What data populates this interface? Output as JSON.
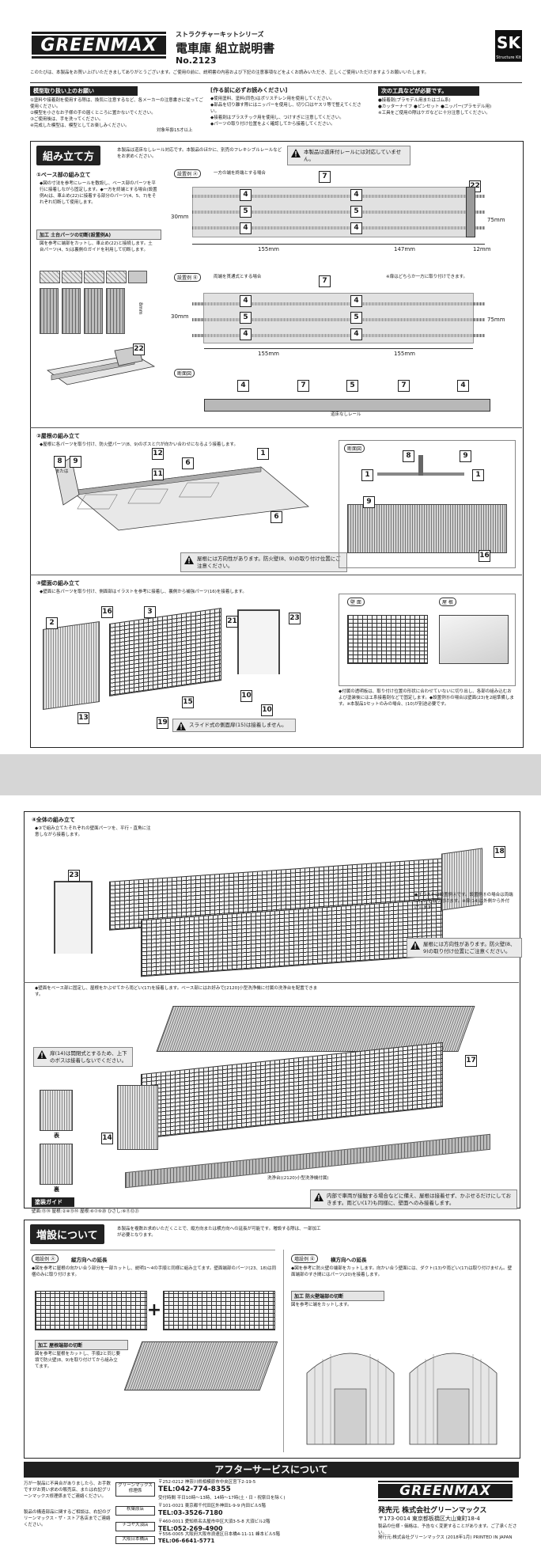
{
  "header": {
    "logo": "GREENMAX",
    "series": "ストラクチャーキットシリーズ",
    "title": "電車庫 組立説明書",
    "model_no": "No.2123",
    "badge": "SK",
    "badge_sub": "Structure Kit",
    "thanks": "このたびは、本製品をお買い上げいただきましてありがとうございます。ご使用の前に、説明書の内容および下記の注意事項などをよくお読みいただき、正しくご使用いただけますようお願いいたします。"
  },
  "notices": {
    "col1": {
      "title": "模型取り扱い上のお願い",
      "lines": [
        "①塗料や接着剤を使用する際は、換気に注意するなど、各メーカーの注意書きに従ってご使用ください。",
        "②模型を小さなお子様の手の届くところに置かないでください。",
        "③ご使用後は、手を洗ってください。",
        "④完成した模型は、模型としてお楽しみください。"
      ],
      "age": "対象年齢15才以上"
    },
    "col2": {
      "title": "[作る前に必ずお読みください]",
      "lines": [
        "◆使用塗料、塗料(同色)はポリスチレン用を使用してください。",
        "◆部品を切り離す際にはニッパーを使用し、切り口はヤスリ等で整えてください。",
        "◆接着剤はプラスチック用を使用し、つけすぎに注意してください。",
        "◆パーツの取り付け位置をよく確認してから接着してください。"
      ]
    },
    "col3": {
      "title": "次の工具などが必要です。",
      "lines": [
        "●接着剤(プラモデル用またはゴム系)",
        "●カッターナイフ  ●ピンセット  ●ニッパー(プラモデル用)",
        "※工具をご使用の際はケガなどに十分注意してください。"
      ]
    }
  },
  "assembly": {
    "title": "組み立て方",
    "intro": "本製品は道床なしレール対応です。本製品のほかに、別売のフレキシブルレールなどをお求めください。",
    "note_rail": "本製品は道床付レールには対応していません。",
    "step1": {
      "title": "①ベース部の組み立て",
      "text": "◆図の寸法を参考にレールを敷設し、ベース部のパーツを平行に接着しながら固定します。◆一方を終端とする場合(設置例A)は、車止め(22)に接着する部分のパーツ(4、5、7)をそれぞれ切断して使用します。",
      "process_label": "加工",
      "process_title": "土台パーツの切断(設置例A)",
      "process_text": "図を参考に端部をカットし、車止め(22)と接続します。土台パーツ(4、5)は裏側のガイドを利用して切断します。",
      "dim_8mm": "8mm"
    },
    "layoutA": {
      "tag": "設置例 Ⓐ",
      "text": "一方の端を終端とする場合",
      "dim_30": "30mm",
      "dim_75": "75mm",
      "dim_155": "155mm",
      "dim_147": "147mm",
      "dim_12": "12mm"
    },
    "layoutB": {
      "tag": "設置例 Ⓑ",
      "text": "両端を貫通式とする場合",
      "note": "※扉はどちらか一方に取り付けできます。",
      "dim_30": "30mm",
      "dim_75": "75mm",
      "dim_155a": "155mm",
      "dim_155b": "155mm"
    },
    "section": {
      "tag": "断面図",
      "caption": "道床なしレール"
    },
    "step2": {
      "title": "②屋根の組み立て",
      "text": "◆屋根に各パーツを取り付け、防火壁パーツ(8、9)のボスと穴が向かい合わせになるよう接着します。",
      "or": "または",
      "note": "屋根には方向性があります。防火壁(8、9)の取り付け位置にご注意ください。",
      "section_tag": "断面図"
    },
    "step3": {
      "title": "③壁面の組み立て",
      "text": "◆壁面に各パーツを取り付け、側面部はイラストを参考に接着し、裏側から補強パーツ(16)を接着します。",
      "note": "スライド式の側面扉(15)は接着しません。",
      "wall_tag": "壁 面",
      "roof_tag": "屋 根",
      "notes": "◆付属の透明板は、取り付け位置の形状に合わせていないに切り出し、各部の組み込むおよび塗装後にはエ系接着剤などで固定します。◆設置例Ⓑの場合は壁面(23)を2組準備します。※本製品1セットのみの場合、(10)が別途必要です。"
    },
    "parts_labels": [
      "4",
      "5",
      "7",
      "22",
      "8",
      "9",
      "12",
      "11",
      "6",
      "1",
      "2",
      "3",
      "16",
      "15",
      "13",
      "19",
      "21",
      "10",
      "23"
    ]
  },
  "page2": {
    "step4": {
      "title": "④全体の組み立て",
      "text": "◆③で組み立てたそれぞれの壁面パーツを、平行・直角に注意しながら接着します。",
      "illus_note": "◆イラストは設置例Ⓐです。設置例Ⓑの場合は両端に(23)を取り付けます。※扉(14)は外側から外付けします。",
      "roof_note": "屋根には方向性があります。防火壁(8、9)の取り付け位置にご注意ください。",
      "text2": "◆壁面をベース部に固定し、屋根をかぶせてから雨どい(17)を接着します。ベース部にはお好みで[2120]小型洗浄機に付属の洗浄台を配置できます。",
      "door_note": "扉(14)は開閉式とするため、上下のボスは接着しないでください。",
      "front": "表",
      "back": "裏",
      "wash_label": "洗浄台((2120)小型洗浄機付属)",
      "cover_note": "内部で車両が接触する場合などに備え、屋根は接着せず、かぶせるだけにしておきます。雨どい(17)も同様に、壁面へのみ接着します。",
      "paint_tag": "塗装ガイド",
      "paint_guide": "壁面:⑬⑭  屋根:②④⑬⑭  屋根:⑥⑦⑨⑳  ひさし:⑥⑪⑫㉑"
    },
    "expand": {
      "title": "増設について",
      "text": "本製品を複数お求めいただくことで、縦方向または横方向への延長が可能です。増設する際は、一部加工が必要となります。",
      "A_tag": "増設例 Ⓐ",
      "A_title": "縦方向への延長",
      "A_text": "◆図を参考に屋根の向かい合う部分を一部カットし、説明1〜4の手順と同様に組み立てます。壁面端部のパーツ(23、18)は同梱のみに取り付けます。",
      "A_proc_label": "加工",
      "A_proc_title": "屋根端部の切断",
      "A_proc_text": "図を参考に屋根をカットし、手順2と同じ要領で防火壁(8、9)を取り付けてから組み立てます。",
      "B_tag": "増設例 Ⓑ",
      "B_title": "横方向への延長",
      "B_text": "◆図を参考に防火壁の端部をカットします。向かい合う壁面には、ダクト(13)や雨どい(17)は取り付けません。壁面端部のすき間にはパーツ(20)を接着します。",
      "B_proc_label": "加工",
      "B_proc_title": "防火壁端部の切断",
      "B_proc_text": "図を参考に端をカットします。"
    },
    "after": {
      "title": "アフターサービスについて",
      "intro": "万が一製品に不具合がありましたら、お手数ですがお買い求めの販売店、または右記グリーンマックス修理係までご連絡ください。",
      "intro2": "製品の構造部品に関するご相談は、右記のグリーンマックス・ザ・ストア各店までご連絡ください。",
      "tags": [
        "グリーンマックス修理係",
        "秋葉原店",
        "ナゴヤ大須店",
        "大阪日本橋店"
      ],
      "addr1": "〒252-0212 神奈川県相模原市中央区宮下2-19-5",
      "tel1": "TEL:042-774-8355",
      "hours1": "受付時間 平日10時〜13時、14時〜17時(土・日・祝祭日を除く)",
      "addr2": "〒101-0021 東京都千代田区外神田1-9-9 内田ビル5階",
      "tel2": "TEL:03-3526-7180",
      "addr3": "〒460-0011 愛知県名古屋市中区大須3-5-8 大須ビル2階",
      "tel3": "TEL:052-269-4900",
      "addr4": "〒556-0005 大阪府大阪市浪速区日本橋4-11-11 峰本ビル5階",
      "tel4": "TEL:06-6641-5771",
      "maker_logo": "GREENMAX",
      "maker_label": "発売元",
      "maker_name": "株式会社グリーンマックス",
      "maker_addr": "〒173-0014 東京都板橋区大山東町18-4",
      "maker_note": "製品の仕様・価格は、予告なく変更することがあります。ご了承ください。",
      "copyright": "発行元:株式会社グリーンマックス (2018年1月) PRINTED IN JAPAN"
    }
  }
}
